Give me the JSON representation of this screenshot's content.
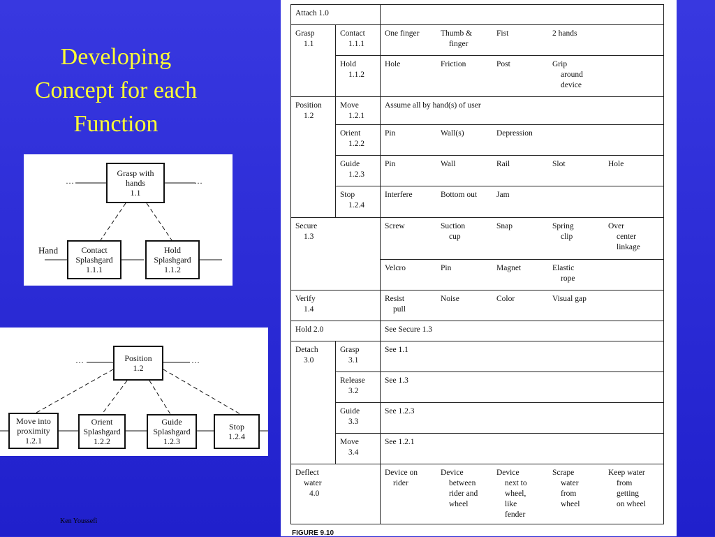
{
  "slide": {
    "title_lines": [
      "Developing",
      "Concept for each",
      "Function"
    ],
    "author": "Ken Youssefi",
    "colors": {
      "background": "#2a2ad6",
      "title": "#ffff33"
    }
  },
  "diagram1": {
    "parent": {
      "line1": "Grasp with",
      "line2": "hands",
      "line3": "1.1"
    },
    "child_a": {
      "line1": "Contact",
      "line2": "Splashgard",
      "line3": "1.1.1"
    },
    "child_b": {
      "line1": "Hold",
      "line2": "Splashgard",
      "line3": "1.1.2"
    },
    "side_label": "Hand",
    "dots_left": "…",
    "dots_right": "…"
  },
  "diagram2": {
    "parent": {
      "line1": "Position",
      "line2": "1.2"
    },
    "children": [
      {
        "line1": "Move into",
        "line2": "proximity",
        "line3": "1.2.1"
      },
      {
        "line1": "Orient",
        "line2": "Splashgard",
        "line3": "1.2.2"
      },
      {
        "line1": "Guide",
        "line2": "Splashgard",
        "line3": "1.2.3"
      },
      {
        "line1": "Stop",
        "line2": "1.2.4",
        "line3": ""
      }
    ],
    "dots_left": "…",
    "dots_right": "…"
  },
  "table": {
    "attach": "Attach 1.0",
    "grasp": {
      "label": "Grasp",
      "num": "1.1"
    },
    "contact": {
      "label": "Contact",
      "num": "1.1.1",
      "c1": "One finger",
      "c2a": "Thumb &",
      "c2b": "finger",
      "c3": "Fist",
      "c4": "2 hands"
    },
    "hold12": {
      "label": "Hold",
      "num": "1.1.2",
      "c1": "Hole",
      "c2": "Friction",
      "c3": "Post",
      "c4a": "Grip",
      "c4b": "around",
      "c4c": "device"
    },
    "position": {
      "label": "Position",
      "num": "1.2"
    },
    "move": {
      "label": "Move",
      "num": "1.2.1",
      "text": "Assume all by hand(s) of user"
    },
    "orient": {
      "label": "Orient",
      "num": "1.2.2",
      "c1": "Pin",
      "c2": "Wall(s)",
      "c3": "Depression"
    },
    "guide": {
      "label": "Guide",
      "num": "1.2.3",
      "c1": "Pin",
      "c2": "Wall",
      "c3": "Rail",
      "c4": "Slot",
      "c5": "Hole"
    },
    "stop": {
      "label": "Stop",
      "num": "1.2.4",
      "c1": "Interfere",
      "c2": "Bottom out",
      "c3": "Jam"
    },
    "secure": {
      "label": "Secure",
      "num": "1.3",
      "r1": {
        "c1": "Screw",
        "c2a": "Suction",
        "c2b": "cup",
        "c3": "Snap",
        "c4a": "Spring",
        "c4b": "clip",
        "c5a": "Over",
        "c5b": "center",
        "c5c": "linkage"
      },
      "r2": {
        "c1": "Velcro",
        "c2": "Pin",
        "c3": "Magnet",
        "c4a": "Elastic",
        "c4b": "rope"
      }
    },
    "verify": {
      "label": "Verify",
      "num": "1.4",
      "c1a": "Resist",
      "c1b": "pull",
      "c2": "Noise",
      "c3": "Color",
      "c4": "Visual gap"
    },
    "hold2": {
      "label": "Hold 2.0",
      "text": "See Secure 1.3"
    },
    "detach": {
      "label": "Detach",
      "num": "3.0"
    },
    "d_grasp": {
      "label": "Grasp",
      "num": "3.1",
      "text": "See 1.1"
    },
    "d_release": {
      "label": "Release",
      "num": "3.2",
      "text": "See 1.3"
    },
    "d_guide": {
      "label": "Guide",
      "num": "3.3",
      "text": "See 1.2.3"
    },
    "d_move": {
      "label": "Move",
      "num": "3.4",
      "text": "See 1.2.1"
    },
    "deflect": {
      "label1": "Deflect",
      "label2": "water",
      "num": "4.0",
      "c1a": "Device on",
      "c1b": "rider",
      "c2a": "Device",
      "c2b": "between",
      "c2c": "rider and",
      "c2d": "wheel",
      "c3a": "Device",
      "c3b": "next to",
      "c3c": "wheel,",
      "c3d": "like",
      "c3e": "fender",
      "c4a": "Scrape",
      "c4b": "water",
      "c4c": "from",
      "c4d": "wheel",
      "c5a": "Keep water",
      "c5b": "from",
      "c5c": "getting",
      "c5d": "on wheel"
    },
    "caption": "FIGURE 9.10"
  }
}
